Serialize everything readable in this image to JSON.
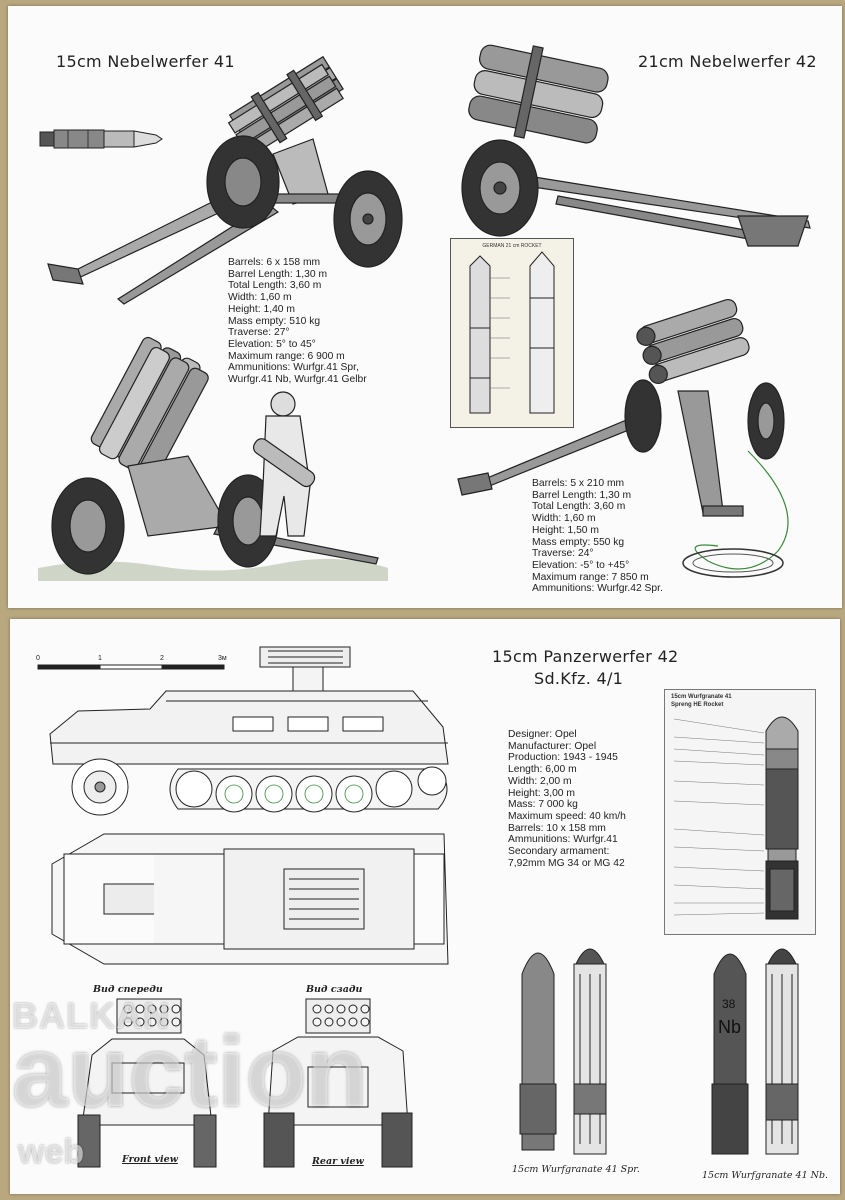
{
  "card_top": {
    "nw41": {
      "title": "15cm Nebelwerfer 41",
      "specs": [
        "Barrels: 6 x 158 mm",
        "Barrel Length: 1,30 m",
        "Total Length: 3,60 m",
        "Width: 1,60 m",
        "Height: 1,40 m",
        "Mass empty: 510 kg",
        "Traverse: 27°",
        "Elevation: 5° to 45°",
        "Maximum range: 6 900 m",
        "Ammunitions: Wurfgr.41 Spr,",
        "Wurfgr.41 Nb, Wurfgr.41 Gelbr"
      ]
    },
    "nw42": {
      "title": "21cm Nebelwerfer 42",
      "specs": [
        "Barrels: 5 x 210 mm",
        "Barrel Length: 1,30 m",
        "Total Length: 3,60 m",
        "Width: 1,60 m",
        "Height: 1,50 m",
        "Mass empty: 550 kg",
        "Traverse: 24°",
        "Elevation: -5° to +45°",
        "Maximum range: 7 850 m",
        "Ammunitions: Wurfgr.42 Spr."
      ]
    }
  },
  "card_bottom": {
    "pw42": {
      "title_line1": "15cm Panzerwerfer 42",
      "title_line2": "Sd.Kfz. 4/1",
      "specs": [
        "Designer: Opel",
        "Manufacturer: Opel",
        "Production: 1943 - 1945",
        "Length: 6,00 m",
        "Width: 2,00 m",
        "Height: 3,00 m",
        "Mass: 7 000 kg",
        "Maximum speed: 40 km/h",
        "Barrels: 10 x 158 mm",
        "Ammunitions: Wurfgr.41",
        "Secondary armament:",
        "7,92mm MG 34 or MG 42"
      ]
    },
    "scale": {
      "labels": [
        "0",
        "1",
        "2",
        "3м"
      ]
    },
    "view_front_ru": "Вид спереди",
    "view_rear_ru": "Вид сзади",
    "view_front_en": "Front view",
    "view_rear_en": "Rear view",
    "rocket_diagram": {
      "title_line1": "15cm Wurfgranate 41",
      "title_line2": "Spreng HE Rocket"
    },
    "shell_captions": {
      "spr": "15cm Wurfgranate 41 Spr.",
      "nb": "15cm Wurfgranate 41 Nb."
    },
    "shell_marking": {
      "number": "38",
      "letters": "Nb"
    }
  },
  "watermark": {
    "line1": "BALKAN",
    "line2": "auction",
    "line3": "web"
  },
  "colors": {
    "background": "#b8a77f",
    "paper": "#fbfbfb",
    "ink": "#222222",
    "accent_green": "#3a8a3a"
  }
}
